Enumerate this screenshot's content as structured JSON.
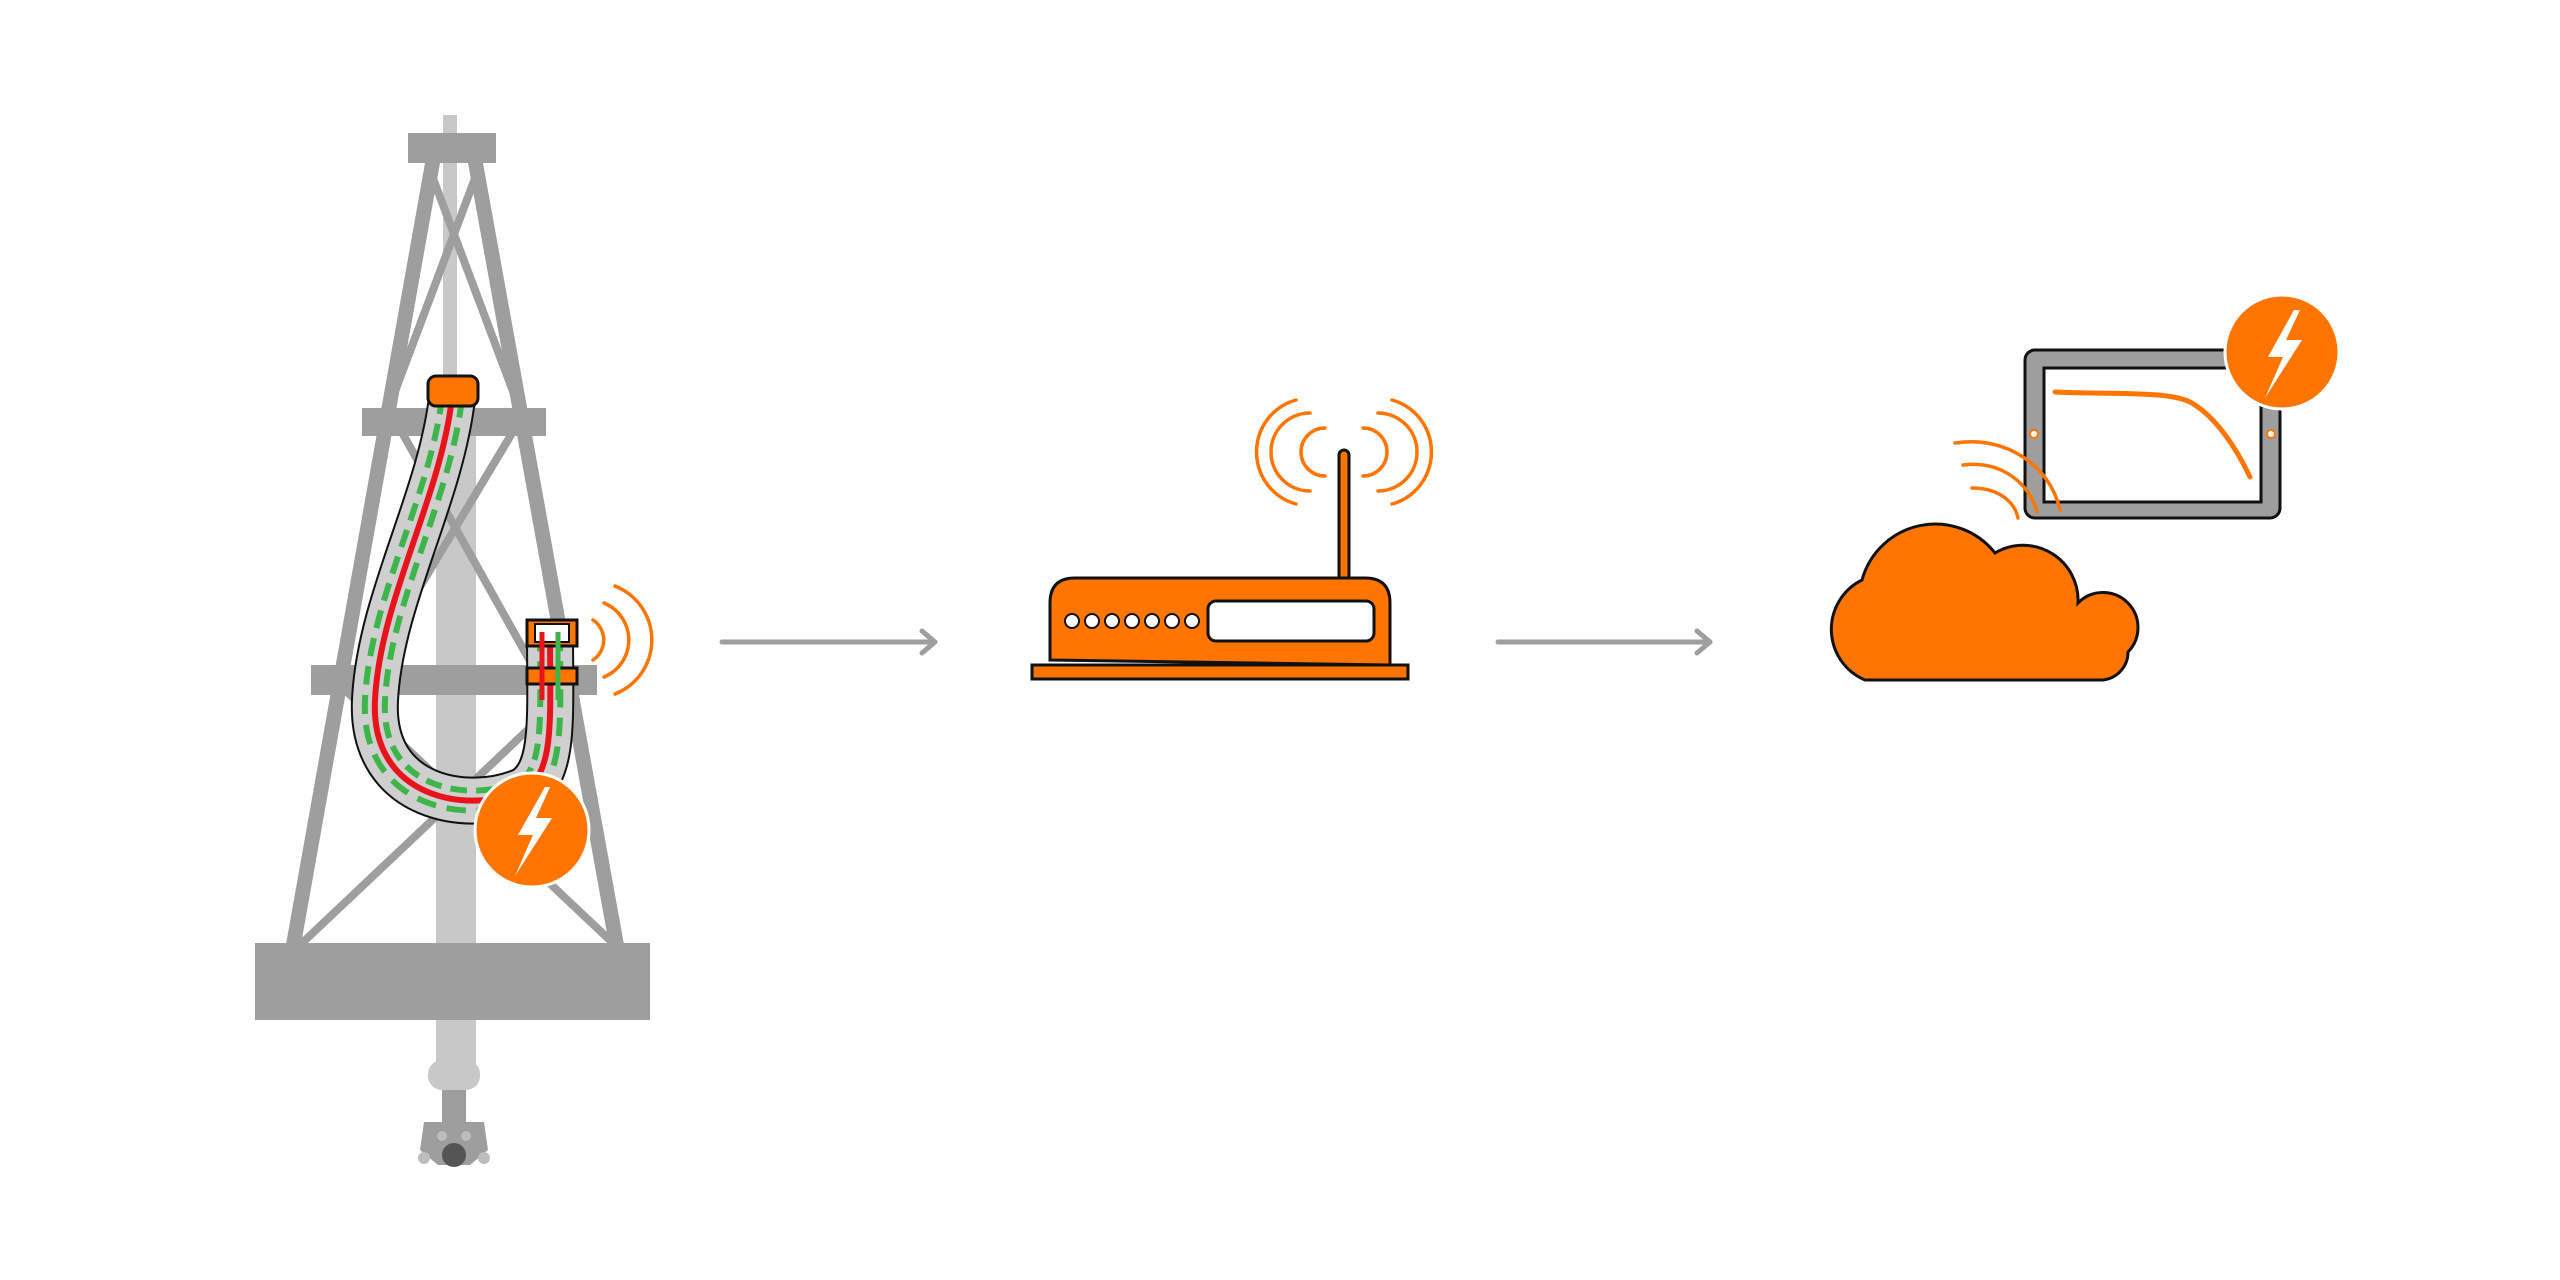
{
  "colors": {
    "accent": "#FF7500",
    "tower_gray": "#9E9E9E",
    "pipe_gray": "#C8C8C8",
    "flow_green": "#3DB54A",
    "flow_red": "#E8141B",
    "outline": "#111111",
    "background": "#FFFFFF"
  },
  "nodes": [
    {
      "id": "drilling-rig",
      "icon": "drilling-rig-icon",
      "badge": "lightning-bolt-icon",
      "signal": "wireless-signal-icon"
    },
    {
      "id": "router",
      "icon": "wireless-router-icon",
      "signal": "broadcast-signal-icon"
    },
    {
      "id": "cloud",
      "icon": "cloud-icon",
      "signal": "wireless-signal-icon"
    },
    {
      "id": "tablet",
      "icon": "tablet-chart-icon",
      "badge": "lightning-bolt-icon"
    }
  ],
  "connections": [
    {
      "from": "drilling-rig",
      "to": "router",
      "icon": "arrow-right-icon"
    },
    {
      "from": "router",
      "to": "cloud",
      "icon": "arrow-right-icon"
    }
  ]
}
